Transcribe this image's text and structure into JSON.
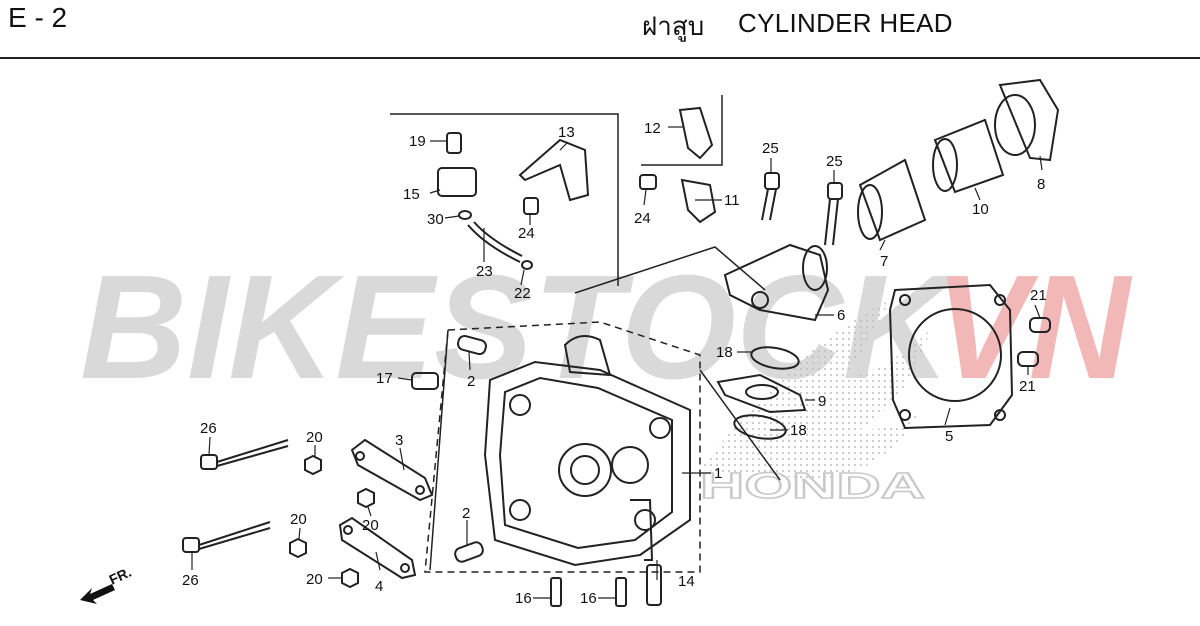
{
  "header": {
    "page_code": "E - 2",
    "title_thai": "ฝาสูบ",
    "title_en": "CYLINDER HEAD"
  },
  "watermark": {
    "brand_gray": "BIKESTOCK",
    "brand_red": "VN",
    "gray_color": "#d9d9d9",
    "red_color": "#f2b8b8"
  },
  "background_logo": {
    "text": "HONDA"
  },
  "direction_arrow": {
    "label": "FR."
  },
  "callouts": {
    "c1": "1",
    "c2a": "2",
    "c2b": "2",
    "c3": "3",
    "c4": "4",
    "c5": "5",
    "c6": "6",
    "c7": "7",
    "c8": "8",
    "c9": "9",
    "c10": "10",
    "c11": "11",
    "c12": "12",
    "c13": "13",
    "c14": "14",
    "c15": "15",
    "c16a": "16",
    "c16b": "16",
    "c17": "17",
    "c18a": "18",
    "c18b": "18",
    "c19": "19",
    "c20a": "20",
    "c20b": "20",
    "c20c": "20",
    "c20d": "20",
    "c21a": "21",
    "c21b": "21",
    "c22": "22",
    "c23": "23",
    "c24a": "24",
    "c24b": "24",
    "c25a": "25",
    "c25b": "25",
    "c26a": "26",
    "c26b": "26",
    "c30": "30"
  }
}
